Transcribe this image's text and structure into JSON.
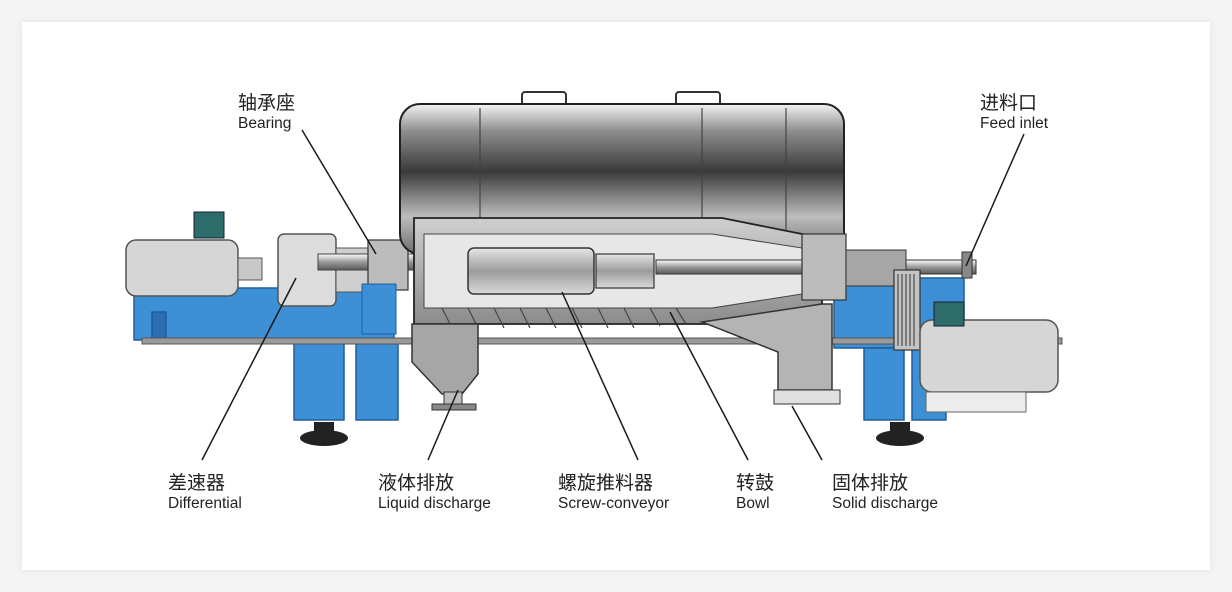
{
  "labels": {
    "bearing": {
      "zh": "轴承座",
      "en": "Bearing"
    },
    "feed_inlet": {
      "zh": "进料口",
      "en": "Feed inlet"
    },
    "differential": {
      "zh": "差速器",
      "en": "Differential"
    },
    "liquid_discharge": {
      "zh": "液体排放",
      "en": "Liquid discharge"
    },
    "screw_conveyor": {
      "zh": "螺旋推料器",
      "en": "Screw-conveyor"
    },
    "bowl": {
      "zh": "转鼓",
      "en": "Bowl"
    },
    "solid_discharge": {
      "zh": "固体排放",
      "en": "Solid discharge"
    }
  },
  "colors": {
    "frame_blue": "#3d8fd6",
    "motor_gray": "#d6d6d6",
    "housing_steel": "#a6a6a6",
    "motor_cap_teal": "#2e6b6b",
    "leader_line": "#1a1a1a"
  },
  "icons": [
    "decanter-centrifuge-cross-section"
  ]
}
